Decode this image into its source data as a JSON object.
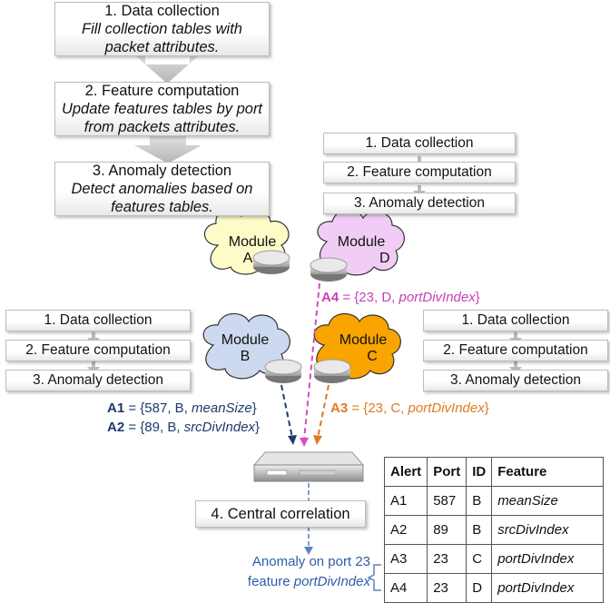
{
  "pipeline": {
    "step1": {
      "title": "1. Data collection",
      "desc": "Fill collection tables with packet attributes."
    },
    "step2": {
      "title": "2. Feature computation",
      "desc": "Update features tables by port from packets attributes."
    },
    "step3": {
      "title": "3. Anomaly detection",
      "desc": "Detect anomalies based on features tables."
    }
  },
  "module_steps": {
    "s1": "1. Data collection",
    "s2": "2. Feature computation",
    "s3": "3. Anomaly detection"
  },
  "modules": {
    "A": {
      "label": "Module",
      "id": "A",
      "color": "#fdfbc8"
    },
    "B": {
      "label": "Module",
      "id": "B",
      "color": "#cdd9ee"
    },
    "C": {
      "label": "Module",
      "id": "C",
      "color": "#f9a400"
    },
    "D": {
      "label": "Module",
      "id": "D",
      "color": "#f1cdf5"
    }
  },
  "alerts": {
    "A1": {
      "name": "A1",
      "port": "587",
      "id": "B",
      "feature": "meanSize",
      "color": "#1f3a6b"
    },
    "A2": {
      "name": "A2",
      "port": "89",
      "id": "B",
      "feature": "srcDivIndex",
      "color": "#1f3a6b"
    },
    "A3": {
      "name": "A3",
      "port": "23",
      "id": "C",
      "feature": "portDivIndex",
      "color": "#e07a1f"
    },
    "A4": {
      "name": "A4",
      "port": "23",
      "id": "D",
      "feature": "portDivIndex",
      "color": "#c83fb5"
    }
  },
  "central": "4. Central correlation",
  "table": {
    "headers": [
      "Alert",
      "Port",
      "ID",
      "Feature"
    ],
    "rows": [
      [
        "A1",
        "587",
        "B",
        "meanSize"
      ],
      [
        "A2",
        "89",
        "B",
        "srcDivIndex"
      ],
      [
        "A3",
        "23",
        "C",
        "portDivIndex"
      ],
      [
        "A4",
        "23",
        "D",
        "portDivIndex"
      ]
    ]
  },
  "result": {
    "line1": "Anomaly on port 23",
    "line2_prefix": "feature ",
    "line2_feature": "portDivIndex"
  }
}
